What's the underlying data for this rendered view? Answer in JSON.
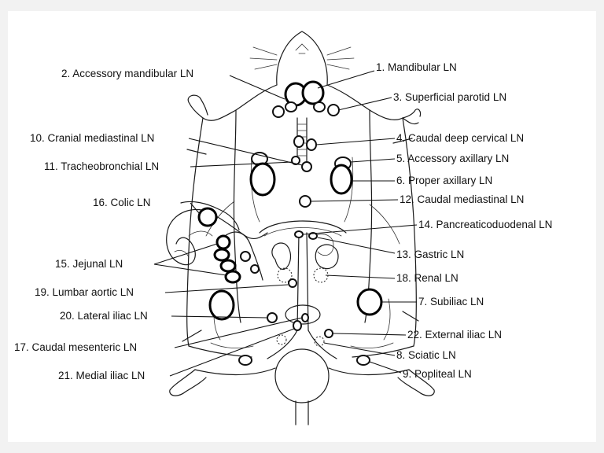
{
  "diagram": {
    "labels": {
      "l1": "1. Mandibular  LN",
      "l2": "2. Accessory mandibular  LN",
      "l3": "3. Superficial parotid LN",
      "l4": "4. Caudal deep cervical LN",
      "l5": "5. Accessory axillary LN",
      "l6": "6. Proper axillary LN",
      "l7": "7. Subiliac LN",
      "l8": "8. Sciatic LN",
      "l9": "9. Popliteal LN",
      "l10": "10. Cranial mediastinal LN",
      "l11": "11. Tracheobronchial LN",
      "l12": "12. Caudal mediastinal LN",
      "l13": "13. Gastric LN",
      "l14": "14. Pancreaticoduodenal LN",
      "l15": "15. Jejunal LN",
      "l16": "16. Colic LN",
      "l17": "17. Caudal mesenteric LN",
      "l18": "18. Renal LN",
      "l19": "19. Lumbar aortic LN",
      "l20": "20. Lateral iliac LN",
      "l21": "21. Medial iliac LN",
      "l22": "22. External iliac LN"
    }
  }
}
